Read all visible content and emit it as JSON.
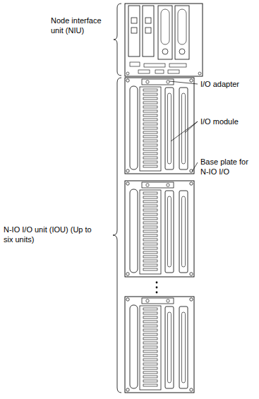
{
  "diagram": {
    "labels": [
      "Node interface unit (NIU)",
      "I/O adapter",
      "I/O module",
      "Base plate for N-IO I/O",
      "N-IO I/O unit (IOU) (Up to six units)"
    ]
  }
}
